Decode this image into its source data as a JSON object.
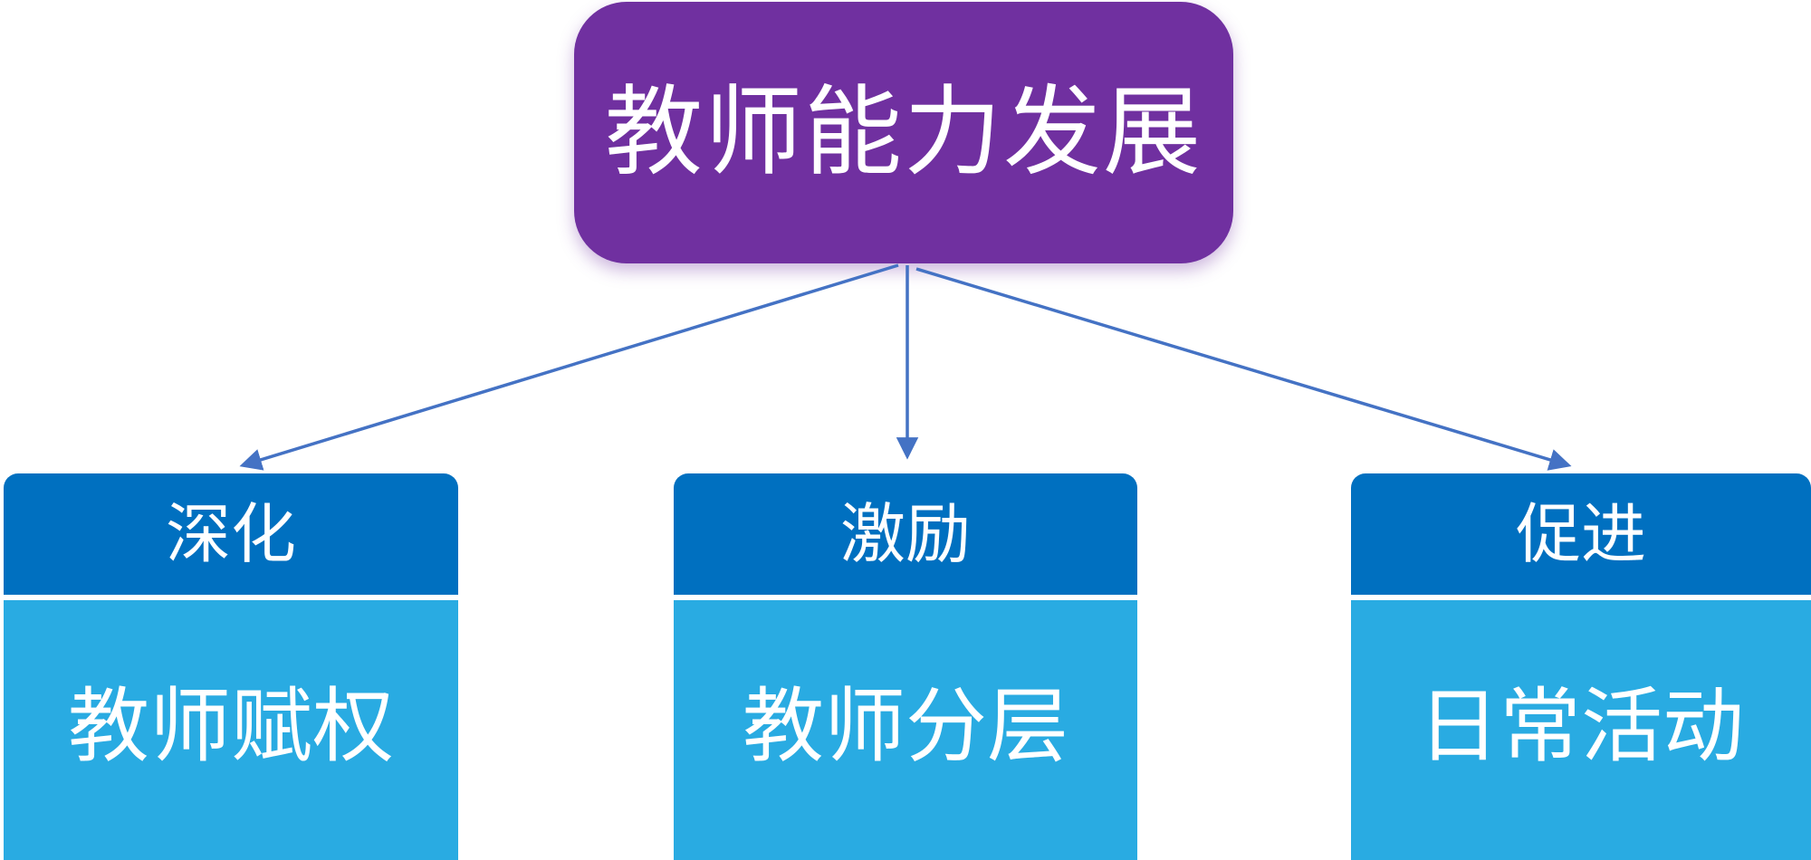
{
  "diagram": {
    "title": "教师能力发展 organization chart",
    "root": {
      "label": "教师能力发展",
      "bg_color": "#7030A0",
      "text_color": "#FFFFFF"
    },
    "branches": [
      {
        "header": "深化",
        "body": "教师赋权"
      },
      {
        "header": "激励",
        "body": "教师分层"
      },
      {
        "header": "促进",
        "body": "日常活动"
      }
    ],
    "colors": {
      "branch_header_bg": "#0070C0",
      "branch_body_bg": "#29ABE2",
      "arrow": "#4472C4",
      "text": "#FFFFFF",
      "background": "#FFFFFF"
    }
  }
}
